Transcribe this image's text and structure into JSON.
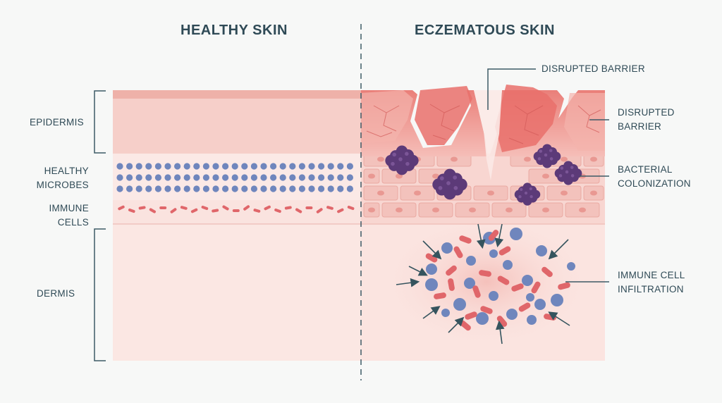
{
  "titles": {
    "healthy": "HEALTHY SKIN",
    "eczematous": "ECZEMATOUS SKIN"
  },
  "left_labels": {
    "epidermis": "EPIDERMIS",
    "healthy_microbes": [
      "HEALTHY",
      "MICROBES"
    ],
    "immune_cells": [
      "IMMUNE",
      "CELLS"
    ],
    "dermis": "DERMIS"
  },
  "right_labels": {
    "disrupted_barrier_top": "DISRUPTED BARRIER",
    "disrupted_barrier": [
      "DISRUPTED",
      "BARRIER"
    ],
    "bacterial_colonization": [
      "BACTERIAL",
      "COLONIZATION"
    ],
    "immune_cell_infiltration": [
      "IMMUNE CELL",
      "INFILTRATION"
    ]
  },
  "colors": {
    "epidermis_healthy": "#f4cbc5",
    "epidermis_top": "#eeb0a8",
    "microbe_blue": "#6f86bd",
    "immune_red": "#e0666a",
    "dermis": "#fae4e0",
    "inflamed_red": "#e9807b",
    "bacteria_purple": "#5c3a78",
    "text_dark": "#2f4a56",
    "arrow": "#35545e"
  }
}
